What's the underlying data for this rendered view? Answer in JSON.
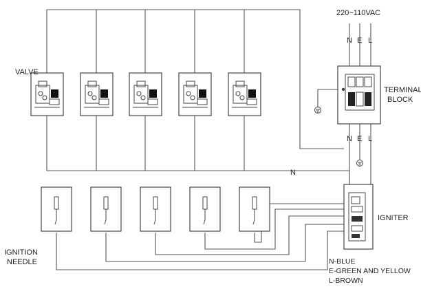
{
  "labels": {
    "valve": "VALVE",
    "terminal_block_line1": "TERMINAL",
    "terminal_block_line2": "BLOCK",
    "igniter": "IGNITER",
    "ignition_needle_line1": "IGNITION",
    "ignition_needle_line2": "NEEDLE",
    "supply_voltage": "220~110VAC",
    "neutral_wire": "N"
  },
  "terminals": {
    "top": [
      "N",
      "E",
      "L"
    ],
    "bottom": [
      "N",
      "E",
      "L"
    ]
  },
  "legend": [
    "N-BLUE",
    "E-GREEN AND YELLOW",
    "L-BROWN"
  ]
}
